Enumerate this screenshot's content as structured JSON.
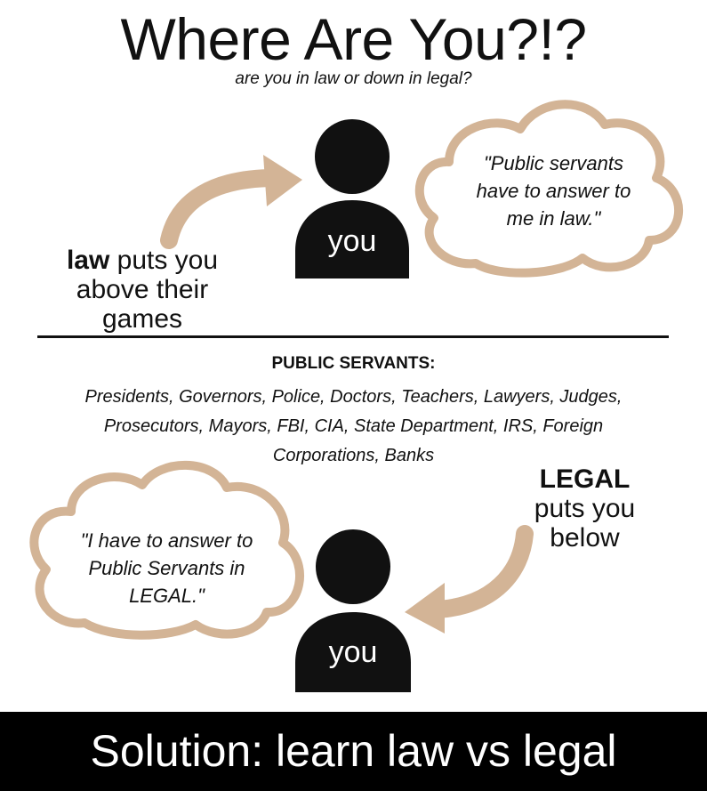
{
  "header": {
    "title": "Where Are You?!?",
    "subtitle": "are you in law or down in legal?"
  },
  "top_section": {
    "person_label": "you",
    "thought": [
      "\"Public servants",
      "have to answer to",
      "me in law.\""
    ],
    "note_bold": "law",
    "note_rest_1": " puts you",
    "note_line_2": "above their",
    "note_line_3": "games"
  },
  "public_servants": {
    "title": "PUBLIC SERVANTS:",
    "list_line_1": "Presidents, Governors, Police, Doctors, Teachers, Lawyers, Judges,",
    "list_line_2": "Prosecutors, Mayors, FBI, CIA, State Department, IRS, Foreign",
    "list_line_3": "Corporations, Banks"
  },
  "bottom_section": {
    "person_label": "you",
    "thought": [
      "\"I have to answer to",
      "Public Servants in",
      "LEGAL.\""
    ],
    "note_bold": "LEGAL",
    "note_line_2": "puts you",
    "note_line_3": "below"
  },
  "footer": {
    "banner": "Solution: learn law vs legal"
  },
  "colors": {
    "accent": "#d3b496",
    "figure": "#111111",
    "banner_bg": "#000000",
    "banner_text": "#ffffff"
  }
}
